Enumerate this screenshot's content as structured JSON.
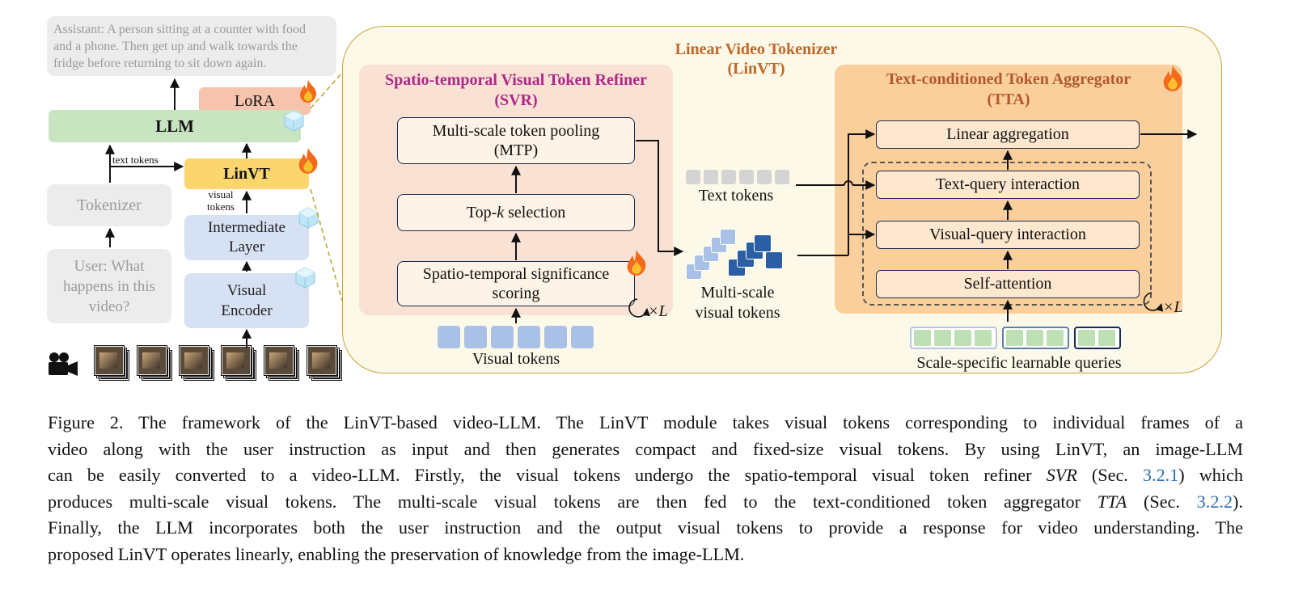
{
  "left_panel": {
    "assistant_text": "Assistant: A person sitting at a counter with food and a phone. Then get up  and walk towards the fridge before returning to sit down again.",
    "assistant_lines": [
      "Assistant: A person sitting at a counter with food",
      "and a phone. Then get up  and walk towards the",
      "fridge before returning to sit down again."
    ],
    "lora_label": "LoRA",
    "llm_label": "LLM",
    "linvt_label": "LinVT",
    "text_tokens_label": "text tokens",
    "visual_tokens_label_lines": [
      "visual",
      "tokens"
    ],
    "tokenizer_label": "Tokenizer",
    "intermediate_layer_lines": [
      "Intermediate",
      "Layer"
    ],
    "visual_encoder_lines": [
      "Visual",
      "Encoder"
    ],
    "user_text_lines": [
      "User: What",
      "happens in this",
      "video?"
    ],
    "frame_count": 6
  },
  "linvt_panel": {
    "title_lines": [
      "Linear Video Tokenizer",
      "(LinVT)"
    ],
    "svr": {
      "title_lines": [
        "Spatio-temporal Visual Token Refiner",
        "(SVR)"
      ],
      "mtp_lines": [
        "Multi-scale token pooling",
        "(MTP)"
      ],
      "topk_prefix": "Top-",
      "topk_var": "k",
      "topk_suffix": " selection",
      "scoring_lines": [
        "Spatio-temporal significance",
        "scoring"
      ],
      "repeat_label": "×L",
      "input_label": "Visual tokens",
      "input_token_count": 6
    },
    "middle": {
      "text_tokens_label": "Text tokens",
      "text_token_count": 6,
      "multiscale_lines": [
        "Multi-scale",
        "visual tokens"
      ]
    },
    "tta": {
      "title_lines": [
        "Text-conditioned Token Aggregator",
        "(TTA)"
      ],
      "linear_aggregation": "Linear aggregation",
      "text_query": "Text-query interaction",
      "visual_query": "Visual-query interaction",
      "self_attention": "Self-attention",
      "repeat_label": "×L",
      "queries_label": "Scale-specific learnable queries",
      "query_groups": [
        4,
        3,
        2
      ]
    }
  },
  "caption": {
    "lines": [
      [
        {
          "t": "Figure 2. The framework of the LinVT-based video-LLM. The LinVT module takes visual tokens corresponding to individual frames of a"
        }
      ],
      [
        {
          "t": "video along with the user instruction as input and then generates compact and fixed-size visual tokens.  By using LinVT, an image-LLM"
        }
      ],
      [
        {
          "t": "can be easily converted to a video-LLM. Firstly, the visual tokens undergo the spatio-temporal visual token refiner "
        },
        {
          "t": "SVR",
          "i": true
        },
        {
          "t": " (Sec. "
        },
        {
          "t": "3.2.1",
          "ref": true
        },
        {
          "t": ") which"
        }
      ],
      [
        {
          "t": "produces multi-scale visual tokens.  The multi-scale visual tokens are then fed to the text-conditioned token aggregator "
        },
        {
          "t": "TTA",
          "i": true
        },
        {
          "t": " (Sec. "
        },
        {
          "t": "3.2.2",
          "ref": true
        },
        {
          "t": ")."
        }
      ],
      [
        {
          "t": "Finally, the LLM incorporates both the user instruction and the output visual tokens to provide a response for video understanding.  The"
        }
      ],
      [
        {
          "t": "proposed LinVT operates linearly, enabling the preservation of knowledge from the image-LLM."
        }
      ]
    ]
  },
  "colors": {
    "gray_box": "#ececec",
    "blue_box": "#d6e1f3",
    "llm_green": "#c9e4c0",
    "lora_salmon": "#f6c4ad",
    "linvt_yellow": "#fbd56e",
    "panel_bg": "#fdf9e8",
    "panel_border": "#c8a43a",
    "svr_bg": "#f9e2d3",
    "svr_title": "#b0278c",
    "tta_bg": "#fbcf9c",
    "tta_title": "#b25a2e",
    "panel_title": "#c0682a",
    "token_light_blue": "#a9c1e6",
    "token_dark_blue": "#2c5ea3",
    "query_green": "#bfe0b4"
  }
}
